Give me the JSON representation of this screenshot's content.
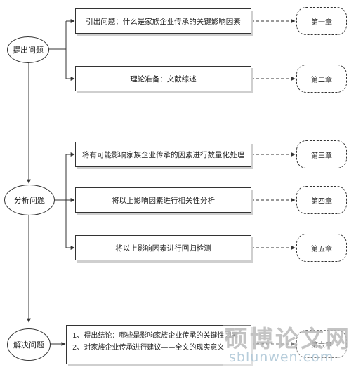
{
  "stages": {
    "propose": "提出问题",
    "analyze": "分析问题",
    "solve": "解决问题"
  },
  "steps": {
    "intro": "引出问题：什么是家族企业传承的关键影响因素",
    "theory": "理论准备：文献综述",
    "quantify": "将有可能影响家族企业传承的因素进行数量化处理",
    "correlation": "将以上影响因素进行相关性分析",
    "regression": "将以上影响因素进行回归检测",
    "conclusion_line1": "1、得出结论：哪些是影响家族企业传承的关键性因素",
    "conclusion_line2": "2、对家族企业传承进行建议——全文的现实意义"
  },
  "chapters": {
    "ch1": "第一章",
    "ch2": "第二章",
    "ch3": "第三章",
    "ch4": "第四章",
    "ch5": "第五章",
    "ch6": "第六章"
  },
  "watermark": {
    "cn": "硕博论文网",
    "en": "sblunwen.com"
  }
}
